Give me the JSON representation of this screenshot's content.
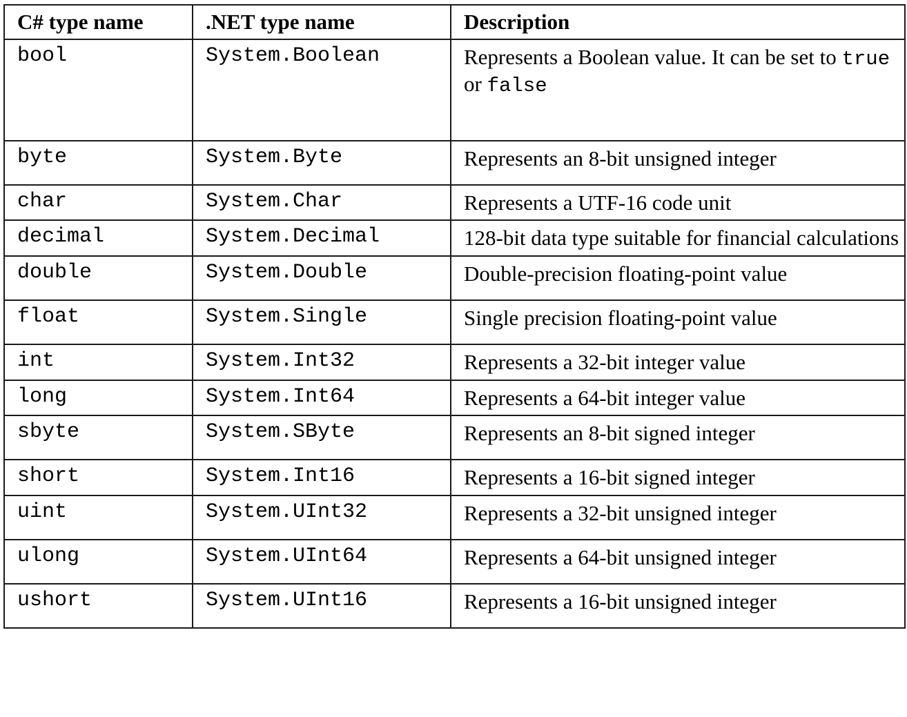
{
  "table": {
    "headers": [
      "C# type name",
      ".NET type name",
      "Description"
    ],
    "rows": [
      {
        "cs": "bool",
        "net": "System.Boolean",
        "desc_pre": "Represents a Boolean value. It can be set to ",
        "desc_code1": "true",
        "desc_mid": " or ",
        "desc_code2": "false",
        "desc_post": "",
        "height": "tall-xl"
      },
      {
        "cs": "byte",
        "net": "System.Byte",
        "desc": "Represents an 8-bit unsigned integer",
        "height": "tall-md"
      },
      {
        "cs": "char",
        "net": "System.Char",
        "desc": "Represents a UTF-16 code unit",
        "height": ""
      },
      {
        "cs": "decimal",
        "net": "System.Decimal",
        "desc": "128-bit data type suitable for financial calculations",
        "height": ""
      },
      {
        "cs": "double",
        "net": "System.Double",
        "desc": "Double-precision floating-point value",
        "height": "tall-md"
      },
      {
        "cs": "float",
        "net": "System.Single",
        "desc": "Single precision floating-point value",
        "height": "tall-md"
      },
      {
        "cs": "int",
        "net": "System.Int32",
        "desc": "Represents a 32-bit integer value",
        "height": ""
      },
      {
        "cs": "long",
        "net": "System.Int64",
        "desc": "Represents a 64-bit integer value",
        "height": ""
      },
      {
        "cs": "sbyte",
        "net": "System.SByte",
        "desc": "Represents an 8-bit signed integer",
        "height": "tall-md"
      },
      {
        "cs": "short",
        "net": "System.Int16",
        "desc": "Represents a 16-bit signed integer",
        "height": ""
      },
      {
        "cs": "uint",
        "net": "System.UInt32",
        "desc": "Represents a 32-bit unsigned integer",
        "height": "tall-md"
      },
      {
        "cs": "ulong",
        "net": "System.UInt64",
        "desc": "Represents a 64-bit unsigned integer",
        "height": "tall-md"
      },
      {
        "cs": "ushort",
        "net": "System.UInt16",
        "desc": "Represents a 16-bit unsigned integer",
        "height": "tall-md"
      }
    ]
  },
  "style": {
    "border_color": "#1a1a1a",
    "text_color": "#000000",
    "background": "#ffffff"
  }
}
